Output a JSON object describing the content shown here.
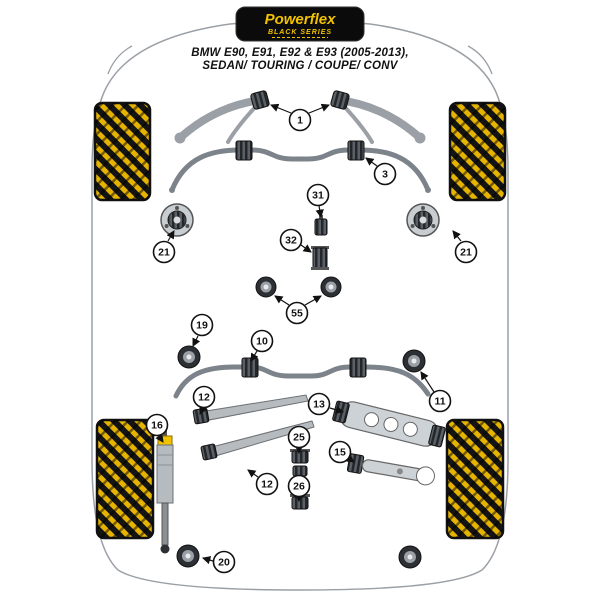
{
  "logo": {
    "brand": "Powerflex",
    "series": "BLACK SERIES"
  },
  "title": {
    "line1": "BMW E90, E91, E92 & E93 (2005-2013),",
    "line2": "SEDAN/ TOURING / COUPE/ CONV"
  },
  "colors": {
    "brand_yellow": "#F2C200",
    "tire_yellow": "#E6B400",
    "outline_gray": "#9AA0A6",
    "part_gray": "#7D838A",
    "ink": "#111111"
  },
  "callouts": [
    {
      "label": "1",
      "part": "front-upper-arm-bushes"
    },
    {
      "label": "3",
      "part": "front-anti-roll-bar-bushes"
    },
    {
      "label": "21",
      "part": "engine-mount-left"
    },
    {
      "label": "21",
      "part": "engine-mount-right"
    },
    {
      "label": "31",
      "part": "gear-linkage-bush-upper"
    },
    {
      "label": "32",
      "part": "gear-linkage-bush-lower"
    },
    {
      "label": "55",
      "part": "center-round-bushes"
    },
    {
      "label": "19",
      "part": "rear-round-bush-left"
    },
    {
      "label": "10",
      "part": "rear-anti-roll-bar-bush"
    },
    {
      "label": "12",
      "part": "tie-rod-bush-upper"
    },
    {
      "label": "13",
      "part": "rear-subframe-assembly"
    },
    {
      "label": "11",
      "part": "rear-round-bush-right"
    },
    {
      "label": "16",
      "part": "shock-absorber-mount"
    },
    {
      "label": "25",
      "part": "small-bush-pair"
    },
    {
      "label": "15",
      "part": "rear-lower-arm"
    },
    {
      "label": "26",
      "part": "small-bush-single"
    },
    {
      "label": "12",
      "part": "tie-rod-bush-lower"
    },
    {
      "label": "20",
      "part": "rear-round-bush-bottom-left"
    }
  ]
}
